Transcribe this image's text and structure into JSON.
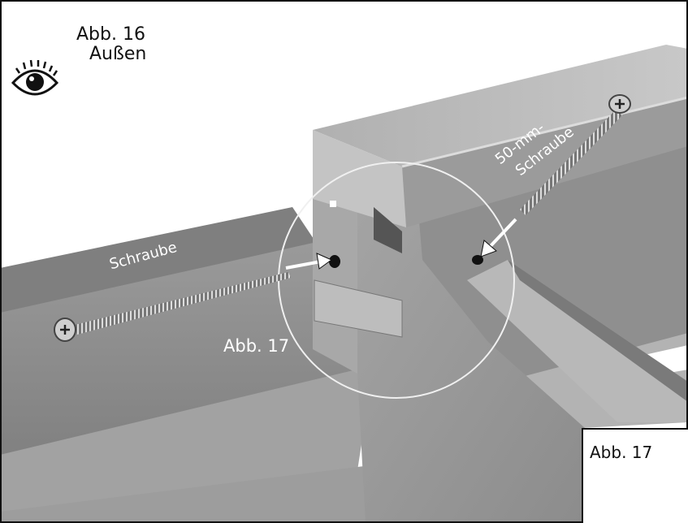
{
  "figure": {
    "title": "Abb. 16",
    "subtitle": "Außen"
  },
  "view_icon": "eye-icon",
  "labels": {
    "screw": "Schraube",
    "screw_50mm_line1": "50-mm-",
    "screw_50mm_line2": "Schraube",
    "detail_ref": "Abb. 17"
  },
  "detail_box": {
    "label": "Abb. 17"
  },
  "colors": {
    "beam_light": "#b8b8b8",
    "beam_mid": "#8e8e8e",
    "beam_dark": "#5e5e5e",
    "outline": "#111111",
    "highlight": "#ffffff"
  }
}
